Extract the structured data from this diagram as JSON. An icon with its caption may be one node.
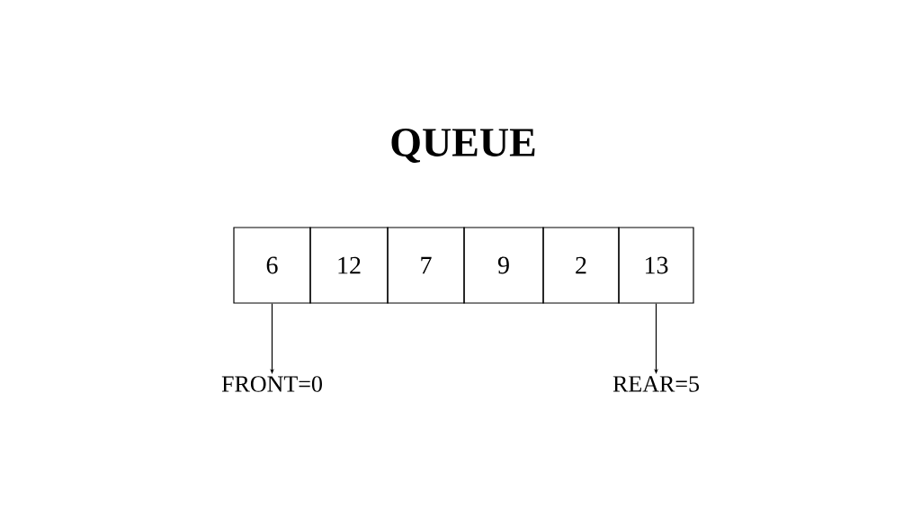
{
  "diagram": {
    "title": "QUEUE",
    "nodes": [
      {
        "text": [
          "6"
        ]
      },
      {
        "text": [
          "12"
        ]
      },
      {
        "text": [
          "7"
        ]
      },
      {
        "text": [
          "9"
        ]
      },
      {
        "text": [
          "2"
        ]
      },
      {
        "text": [
          "13"
        ]
      },
      {
        "text": [
          "FRONT=0"
        ]
      },
      {
        "text": [
          "REAR=5"
        ]
      }
    ],
    "edges": [
      {
        "from": 0,
        "to": 6,
        "arrow": "to"
      },
      {
        "from": 5,
        "to": 7,
        "arrow": "to"
      }
    ]
  }
}
